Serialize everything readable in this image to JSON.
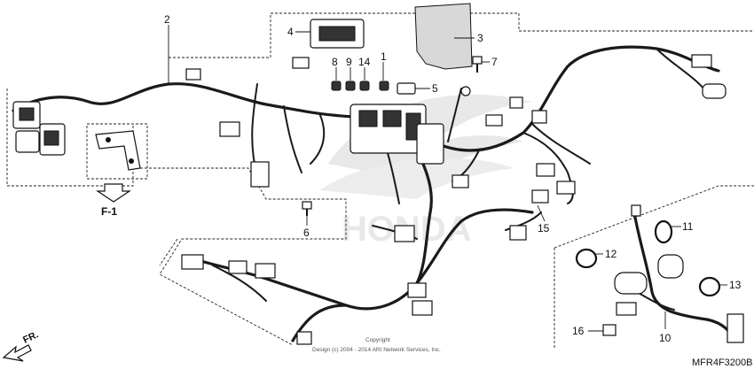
{
  "diagram": {
    "callouts": [
      "1",
      "2",
      "3",
      "4",
      "5",
      "6",
      "7",
      "8",
      "9",
      "10",
      "11",
      "12",
      "13",
      "14",
      "15",
      "16"
    ],
    "f1_label": "F-1",
    "fr_label": "FR.",
    "code": "MFR4F3200B",
    "copyright_line1": "Copyright",
    "copyright_line2": "Design (c) 2004 - 2014 ARI Network Services, Inc.",
    "watermark": "HONDA"
  }
}
